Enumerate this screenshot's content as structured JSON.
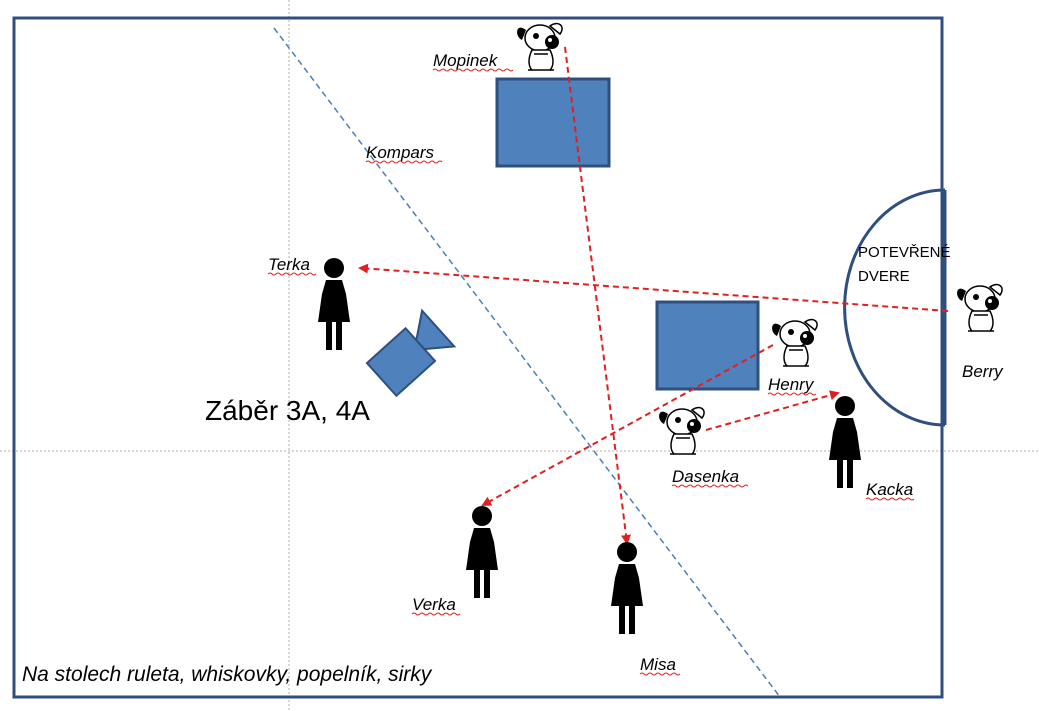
{
  "scene": {
    "shot_label": "Záběr 3A, 4A",
    "door_label_line1": "POTEVŘENÉ",
    "door_label_line2": "DVERE",
    "table_note": "Na stolech ruleta, whiskovky, popelník, sirky",
    "zone_label": "Kompars"
  },
  "people": [
    {
      "name": "Terka"
    },
    {
      "name": "Verka"
    },
    {
      "name": "Misa"
    },
    {
      "name": "Kacka"
    }
  ],
  "dogs": [
    {
      "name": "Mopinek"
    },
    {
      "name": "Henry"
    },
    {
      "name": "Dasenka"
    },
    {
      "name": "Berry"
    }
  ],
  "colors": {
    "room_border": "#2f4f7f",
    "table_fill": "#4f81bd",
    "table_stroke": "#2f4f7f",
    "arrow": "#e02020",
    "diagonal": "#4a7fb5",
    "guide": "#b0b0b0",
    "person": "#000000"
  }
}
